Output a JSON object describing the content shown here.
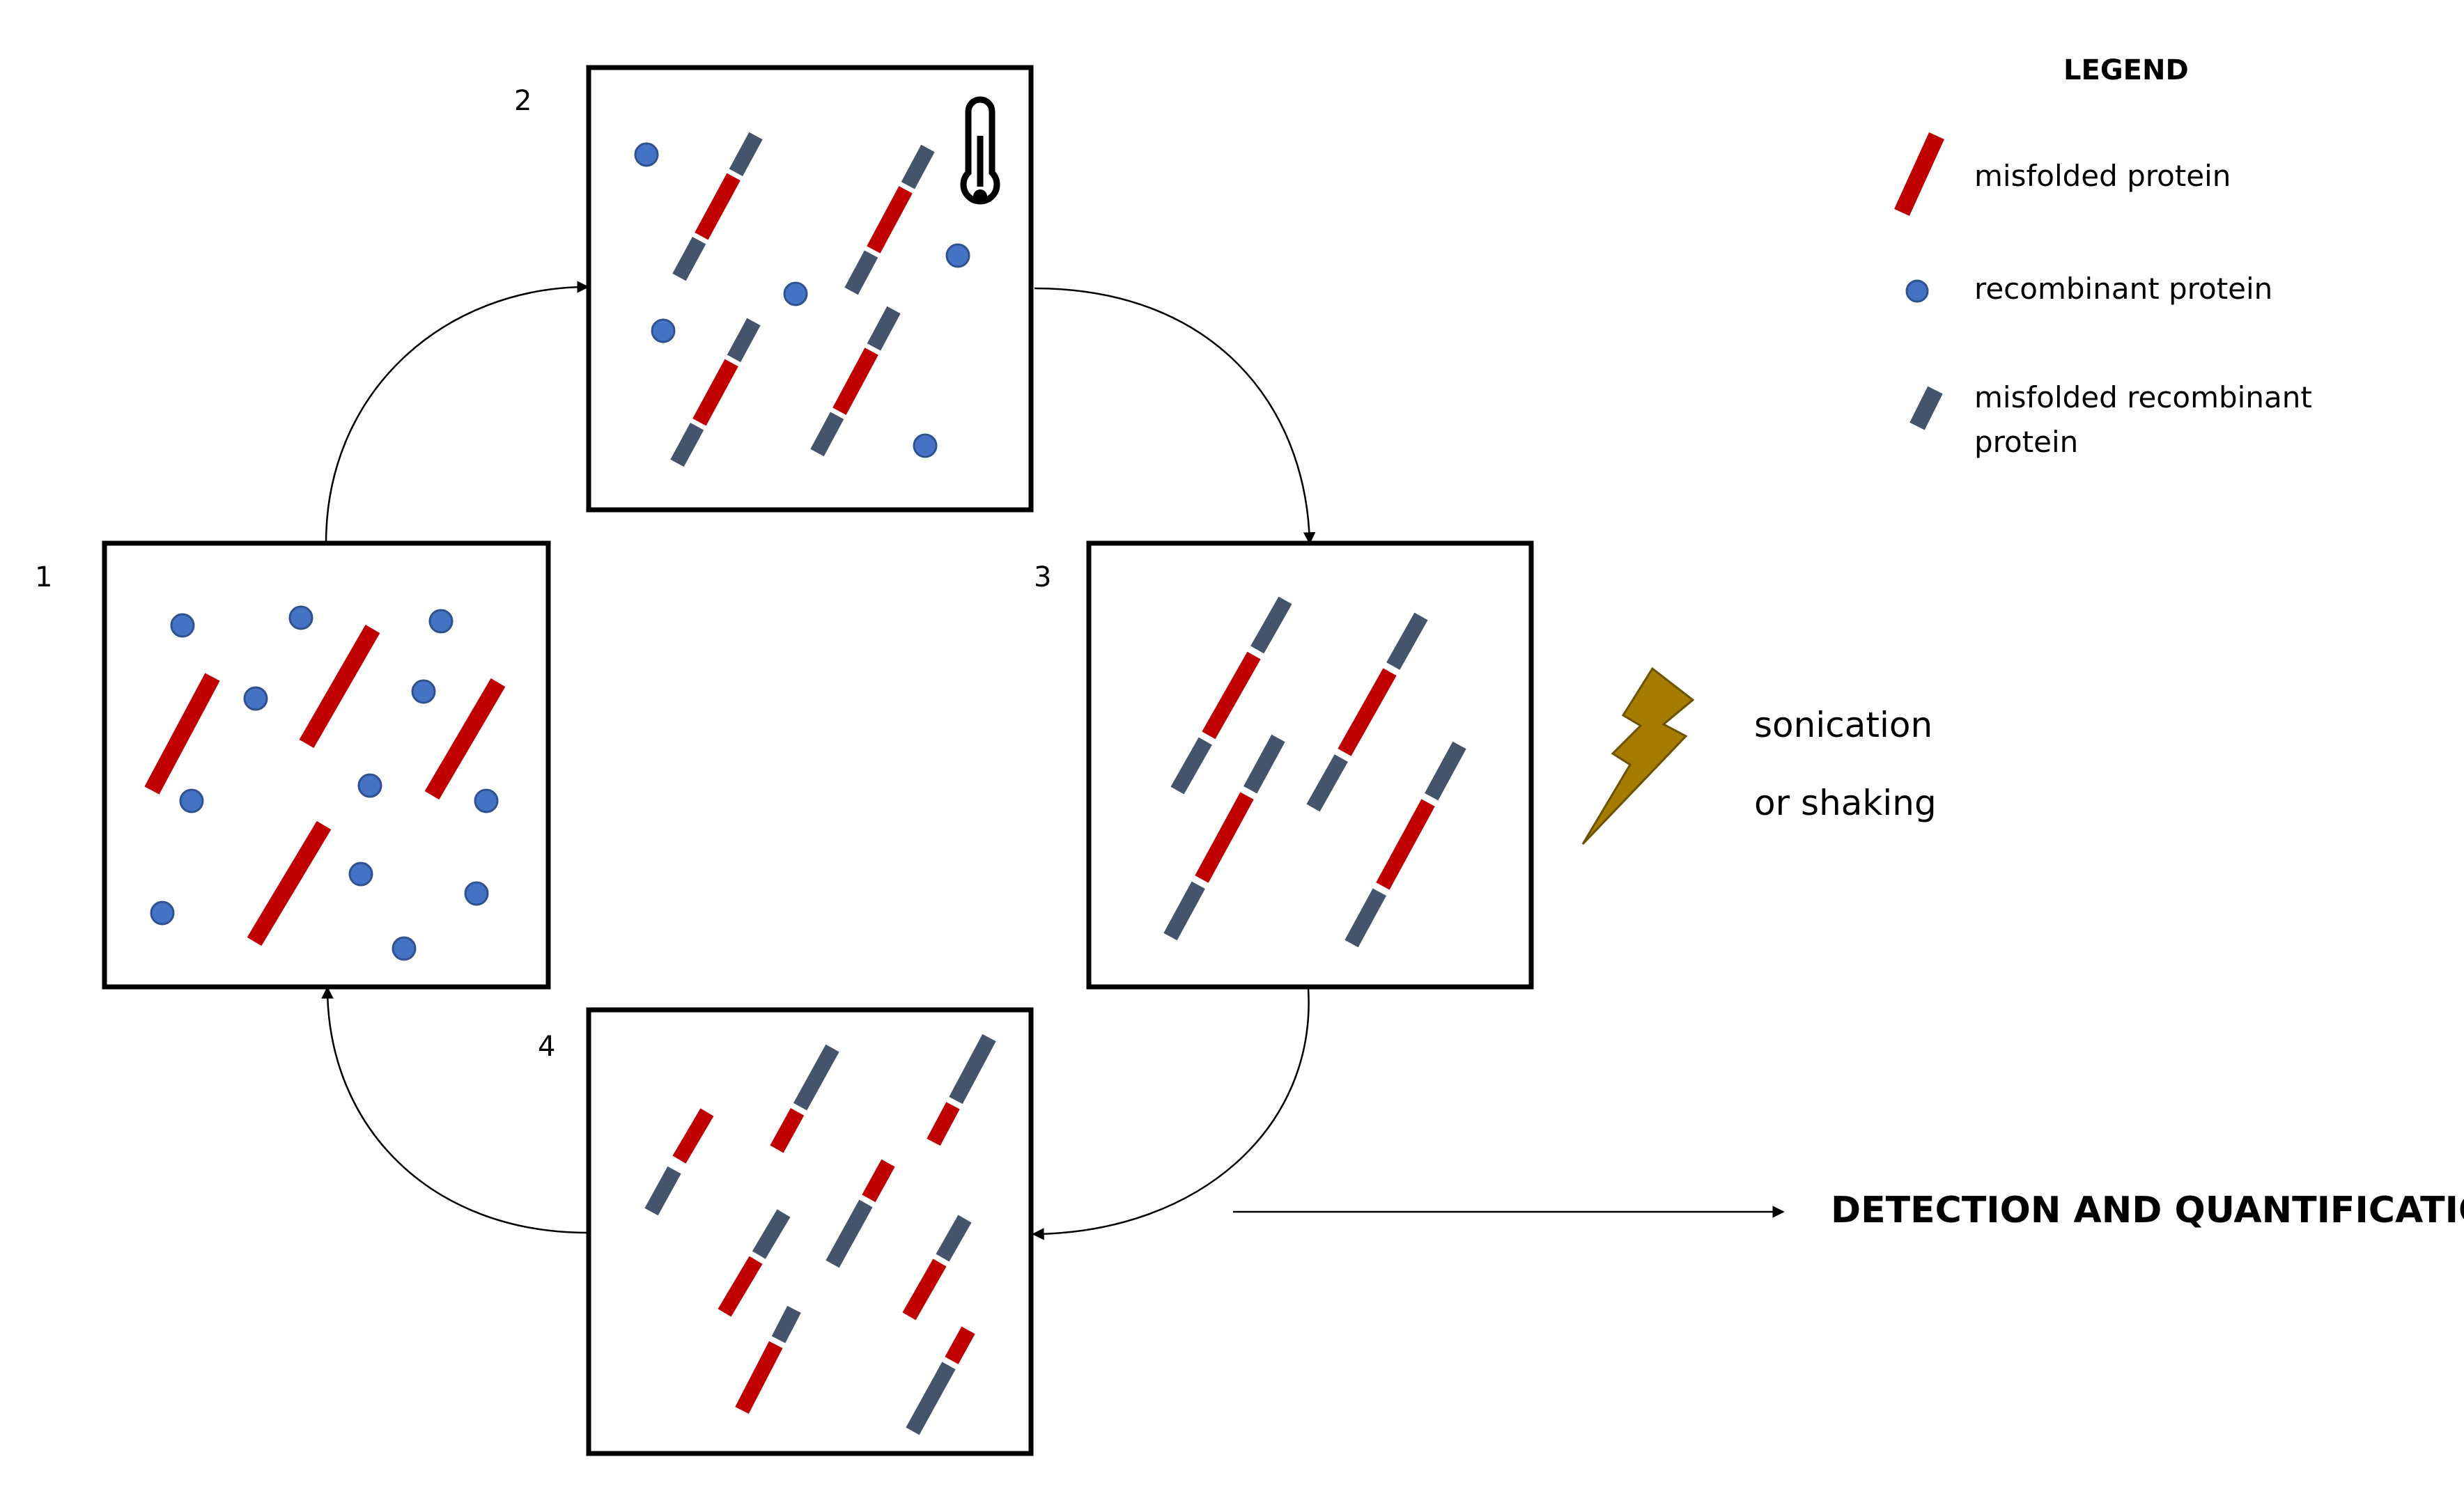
{
  "colors": {
    "misfolded_protein": "#C00000",
    "recombinant_protein": "#4472C4",
    "misfolded_recombinant_protein": "#44546A",
    "lightning": "#A57C00",
    "box_border": "#000000",
    "arrow": "#000000"
  },
  "steps": [
    {
      "number": "1"
    },
    {
      "number": "2",
      "icon": "thermometer-icon"
    },
    {
      "number": "3"
    },
    {
      "number": "4"
    }
  ],
  "legend": {
    "title": "LEGEND",
    "items": [
      {
        "label": "misfolded protein",
        "symbol": "misfolded-protein-icon"
      },
      {
        "label": "recombinant protein",
        "symbol": "recombinant-protein-icon"
      },
      {
        "label_line1": "misfolded recombinant",
        "label_line2": "protein",
        "symbol": "misfolded-recombinant-protein-icon"
      }
    ]
  },
  "agitation": {
    "line1": "sonication",
    "line2": "or shaking",
    "icon": "lightning-icon"
  },
  "output": {
    "label": "DETECTION AND QUANTIFICATION"
  }
}
